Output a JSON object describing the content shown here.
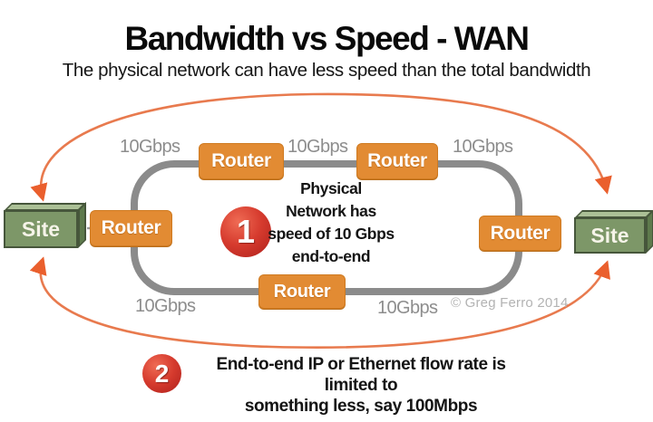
{
  "header": {
    "title": "Bandwidth vs Speed - WAN",
    "subtitle": "The physical network can have less speed than the total bandwidth"
  },
  "diagram": {
    "sites": [
      "Site",
      "Site"
    ],
    "routers": [
      "Router",
      "Router",
      "Router",
      "Router",
      "Router"
    ],
    "link_labels": [
      "10Gbps",
      "10Gbps",
      "10Gbps",
      "10Gbps",
      "10Gbps"
    ],
    "annotations": [
      {
        "number": "1",
        "lines": [
          "Physical",
          "Network has",
          "speed of 10 Gbps",
          "end-to-end"
        ]
      },
      {
        "number": "2",
        "lines": [
          "End-to-end IP or Ethernet flow rate is limited to",
          "something less, say 100Mbps"
        ]
      }
    ],
    "copyright": "© Greg Ferro 2014",
    "colors": {
      "router_orange": "#E28B33",
      "site_green": "#7D9768",
      "ring_gray": "#8B8B8B",
      "loop_orange": "#E87A4E",
      "arrowhead_orange": "#EA5F2D",
      "badge_red": "#C5271F",
      "label_gray": "#8D8D8D"
    }
  }
}
